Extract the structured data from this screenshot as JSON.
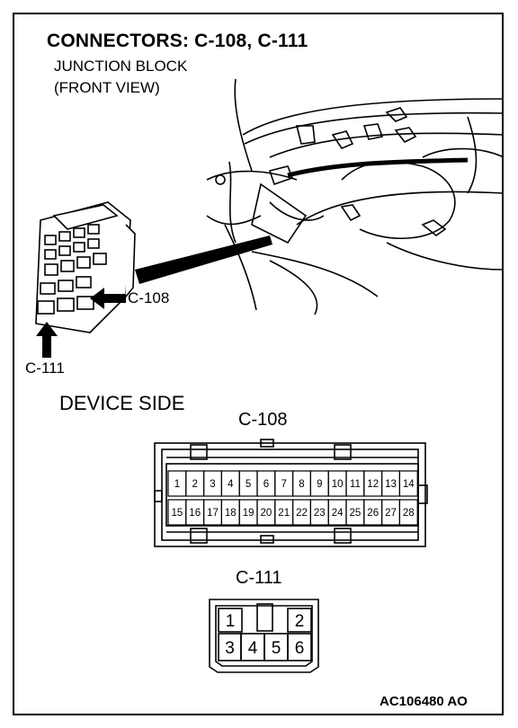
{
  "title": "CONNECTORS: C-108, C-111",
  "subtitle_line1": "JUNCTION BLOCK",
  "subtitle_line2": "(FRONT VIEW)",
  "callout_c108": "C-108",
  "callout_c111": "C-111",
  "device_side_label": "DEVICE SIDE",
  "c108": {
    "label": "C-108",
    "row1": [
      "1",
      "2",
      "3",
      "4",
      "5",
      "6",
      "7",
      "8",
      "9",
      "10",
      "11",
      "12",
      "13",
      "14"
    ],
    "row2": [
      "15",
      "16",
      "17",
      "18",
      "19",
      "20",
      "21",
      "22",
      "23",
      "24",
      "25",
      "26",
      "27",
      "28"
    ]
  },
  "c111": {
    "label": "C-111",
    "top": [
      "1",
      "",
      "2"
    ],
    "bottom": [
      "3",
      "4",
      "5",
      "6"
    ]
  },
  "reference": "AC106480 AO"
}
